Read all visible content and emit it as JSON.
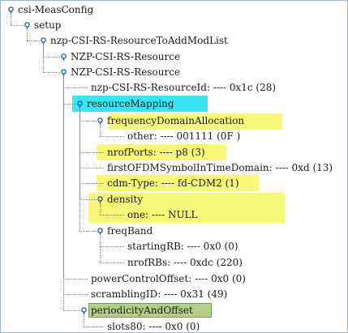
{
  "tree": {
    "nodes": [
      {
        "label": "csi-MeasConfig",
        "expandable": true
      },
      {
        "label": "setup",
        "expandable": true
      },
      {
        "label": "nzp-CSI-RS-ResourceToAddModList",
        "expandable": true
      },
      {
        "label": "NZP-CSI-RS-Resource",
        "expandable": true
      },
      {
        "label": "NZP-CSI-RS-Resource",
        "expandable": true
      },
      {
        "label": "nzp-CSI-RS-ResourceId: ---- 0x1c (28)",
        "expandable": false
      },
      {
        "label": "resourceMapping",
        "expandable": true,
        "highlight": "cyan"
      },
      {
        "label": "frequencyDomainAllocation",
        "expandable": true,
        "highlight": "yellow"
      },
      {
        "label": "other: ---- 001111 (0F )",
        "expandable": false
      },
      {
        "label": "nrofPorts: ---- p8 (3)",
        "expandable": false,
        "highlight": "yellow"
      },
      {
        "label": "firstOFDMSymbolInTimeDomain: ---- 0xd (13)",
        "expandable": false
      },
      {
        "label": "cdm-Type: ---- fd-CDM2 (1)",
        "expandable": false,
        "highlight": "yellow"
      },
      {
        "label": "density",
        "expandable": true,
        "highlight": "yellow"
      },
      {
        "label": "one: ---- NULL",
        "expandable": false,
        "highlight": "yellow"
      },
      {
        "label": "freqBand",
        "expandable": true
      },
      {
        "label": "startingRB: ---- 0x0 (0)",
        "expandable": false
      },
      {
        "label": "nrofRBs: ---- 0xdc (220)",
        "expandable": false
      },
      {
        "label": "powerControlOffset: ---- 0x0 (0)",
        "expandable": false
      },
      {
        "label": "scramblingID: ---- 0x31 (49)",
        "expandable": false
      },
      {
        "label": "periodicityAndOffset",
        "expandable": true,
        "highlight": "olive"
      },
      {
        "label": "slots80: ---- 0x0 (0)",
        "expandable": false
      }
    ]
  },
  "colors": {
    "highlight_yellow": "#f7f77a",
    "highlight_cyan": "#38e5f5",
    "highlight_olive": "#b5cf8b",
    "icon_blue": "#2a5fb0",
    "tree_line": "#8a8a8a"
  },
  "icons": {
    "expanded": "expanded-node-icon",
    "leaf": "leaf-node-icon"
  }
}
